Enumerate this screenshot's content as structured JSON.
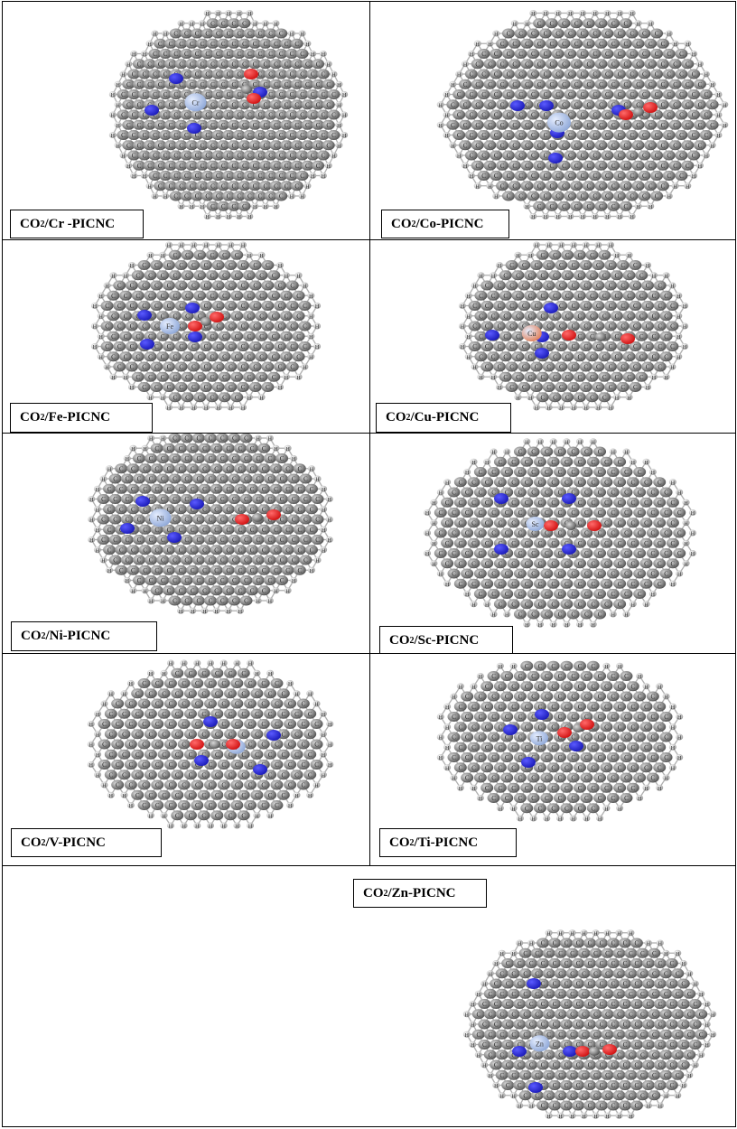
{
  "panels": [
    {
      "id": "cr",
      "caption": {
        "prefix": "CO",
        "sub": "2",
        "suffix": "/Cr -PICNC"
      },
      "metal": "Cr"
    },
    {
      "id": "co",
      "caption": {
        "prefix": "CO",
        "sub": "2",
        "suffix": "/Co-PICNC"
      },
      "metal": "Co"
    },
    {
      "id": "fe",
      "caption": {
        "prefix": "CO",
        "sub": "2",
        "suffix": "/Fe-PICNC"
      },
      "metal": "Fe"
    },
    {
      "id": "cu",
      "caption": {
        "prefix": "CO",
        "sub": "2",
        "suffix": "/Cu-PICNC"
      },
      "metal": "Cu"
    },
    {
      "id": "ni",
      "caption": {
        "prefix": "CO",
        "sub": "2",
        "suffix": "/Ni-PICNC"
      },
      "metal": "Ni"
    },
    {
      "id": "sc",
      "caption": {
        "prefix": "CO",
        "sub": "2",
        "suffix": "/Sc-PICNC"
      },
      "metal": "Sc"
    },
    {
      "id": "v",
      "caption": {
        "prefix": "CO",
        "sub": "2",
        "suffix": "/V-PICNC"
      },
      "metal": "V"
    },
    {
      "id": "ti",
      "caption": {
        "prefix": "CO",
        "sub": "2",
        "suffix": "/Ti-PICNC"
      },
      "metal": "Ti"
    },
    {
      "id": "zn",
      "caption": {
        "prefix": "CO",
        "sub": "2",
        "suffix": "/Zn-PICNC"
      },
      "metal": "Zn"
    }
  ],
  "atom_labels": {
    "carbon": "C",
    "hydrogen": "H"
  },
  "colors": {
    "carbon": "#8a8a8a",
    "carbon_dark": "#4f4f4f",
    "hydrogen": "#e8e8e8",
    "nitrogen": "#1a1ab8",
    "oxygen": "#d01010",
    "metal": "#8fa8d8",
    "metal_cu": "#e0805a",
    "bond": "#b0b0b0"
  }
}
